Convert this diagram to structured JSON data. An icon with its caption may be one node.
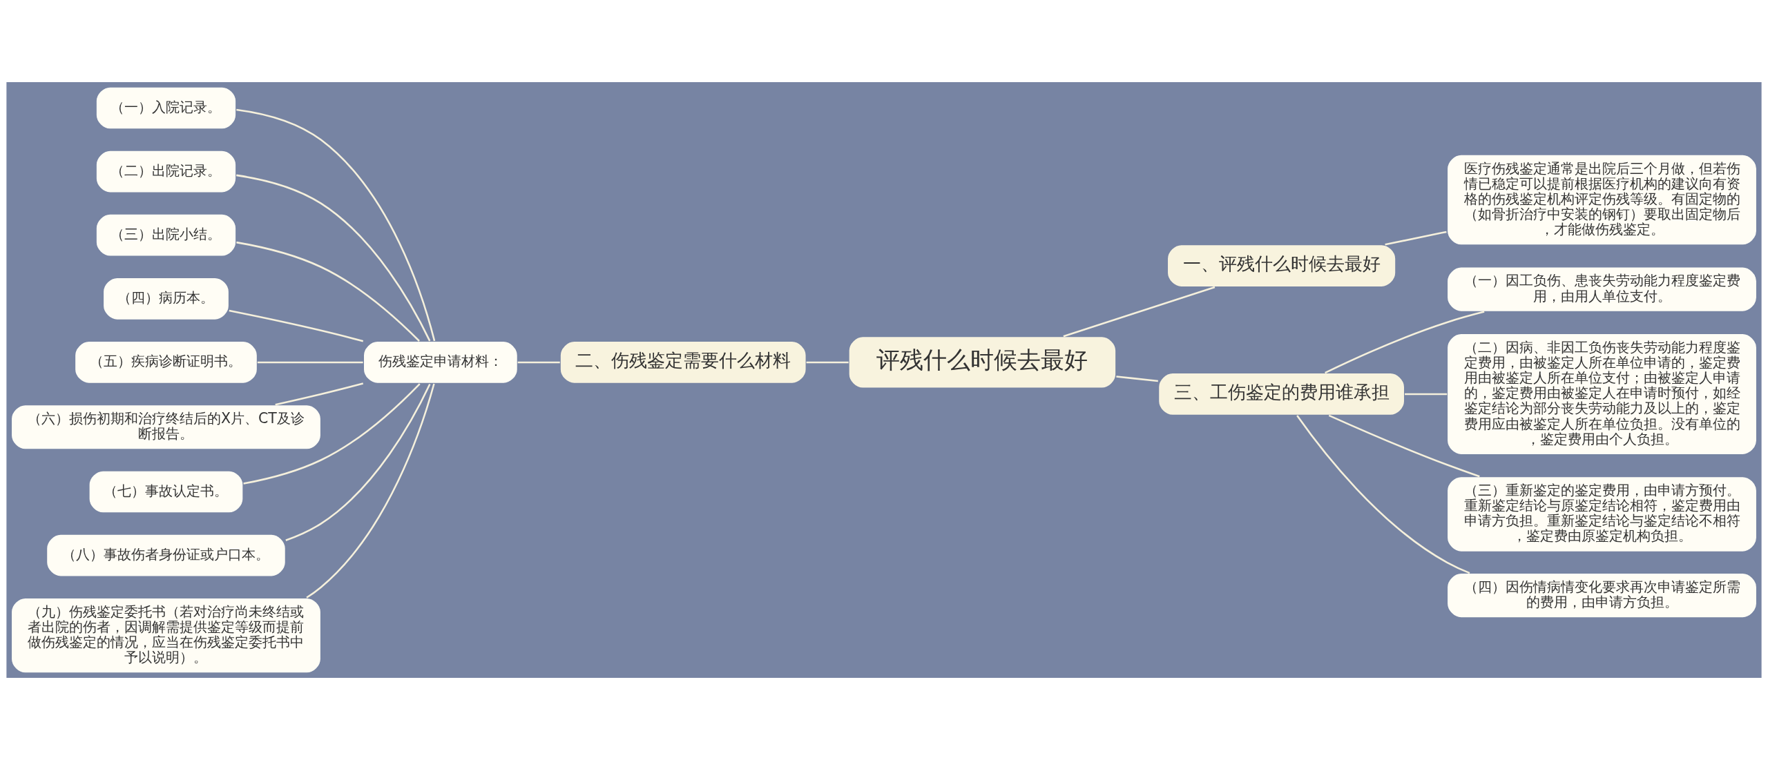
{
  "diagram": {
    "nodes": [
      {
        "text": [
          "评残什么时候去最好"
        ]
      },
      {
        "text": [
          "一、评残什么时候去最好"
        ]
      },
      {
        "text": [
          "医疗伤残鉴定通常是出院后三个月做，但若伤情已稳定可以提前根据医疗机构的建议向有资格的伤残鉴定机构评定伤残等级。有固定物的（如骨折治疗中安装的钢钉）要取出固定物后，才能做伤残鉴定。"
        ]
      },
      {
        "text": [
          "二、伤残鉴定需要什么材料"
        ]
      },
      {
        "text": [
          "伤残鉴定申请材料："
        ]
      },
      {
        "text": [
          "（一）入院记录。"
        ]
      },
      {
        "text": [
          "（二）出院记录。"
        ]
      },
      {
        "text": [
          "（三）出院小结。"
        ]
      },
      {
        "text": [
          "（四）病历本。"
        ]
      },
      {
        "text": [
          "（五）疾病诊断证明书。"
        ]
      },
      {
        "text": [
          "（六）损伤初期和治疗终结后的X片、CT及诊断报告。"
        ]
      },
      {
        "text": [
          "（七）事故认定书。"
        ]
      },
      {
        "text": [
          "（八）事故伤者身份证或户口本。"
        ]
      },
      {
        "text": [
          "（九）伤残鉴定委托书（若对治疗尚未终结或者出院的伤者，因调解需提供鉴定等级而提前做伤残鉴定的情况，应当在伤残鉴定委托书中予以说明）。"
        ]
      },
      {
        "text": [
          "三、工伤鉴定的费用谁承担"
        ]
      },
      {
        "text": [
          "（一）因工负伤、患丧失劳动能力程度鉴定费用，由用人单位支付。"
        ]
      },
      {
        "text": [
          "（二）因病、非因工负伤丧失劳动能力程度鉴定费用，由被鉴定人所在单位申请的，鉴定费用由被鉴定人所在单位支付；由被鉴定人申请的，鉴定费用由被鉴定人在申请时预付，如经鉴定结论为部分丧失劳动能力及以上的，鉴定费用应由被鉴定人所在单位负担。没有单位的，鉴定费用由个人负担。"
        ]
      },
      {
        "text": [
          "（三）重新鉴定的鉴定费用，由申请方预付。重新鉴定结论与原鉴定结论相符，鉴定费用由申请方负担。重新鉴定结论与鉴定结论不相符，鉴定费由原鉴定机构负担。"
        ]
      },
      {
        "text": [
          "（四）因伤情病情变化要求再次申请鉴定所需的费用，由申请方负担。"
        ]
      }
    ],
    "edges": [
      {
        "from": 0,
        "to": 1,
        "arrow": "none"
      },
      {
        "from": 1,
        "to": 2,
        "arrow": "none"
      },
      {
        "from": 0,
        "to": 3,
        "arrow": "none"
      },
      {
        "from": 3,
        "to": 4,
        "arrow": "none"
      },
      {
        "from": 4,
        "to": 5,
        "arrow": "none"
      },
      {
        "from": 4,
        "to": 6,
        "arrow": "none"
      },
      {
        "from": 4,
        "to": 7,
        "arrow": "none"
      },
      {
        "from": 4,
        "to": 8,
        "arrow": "none"
      },
      {
        "from": 4,
        "to": 9,
        "arrow": "none"
      },
      {
        "from": 4,
        "to": 10,
        "arrow": "none"
      },
      {
        "from": 4,
        "to": 11,
        "arrow": "none"
      },
      {
        "from": 4,
        "to": 12,
        "arrow": "none"
      },
      {
        "from": 4,
        "to": 13,
        "arrow": "none"
      },
      {
        "from": 0,
        "to": 14,
        "arrow": "none"
      },
      {
        "from": 14,
        "to": 15,
        "arrow": "none"
      },
      {
        "from": 14,
        "to": 16,
        "arrow": "none"
      },
      {
        "from": 14,
        "to": 17,
        "arrow": "none"
      },
      {
        "from": 14,
        "to": 18,
        "arrow": "none"
      }
    ]
  }
}
